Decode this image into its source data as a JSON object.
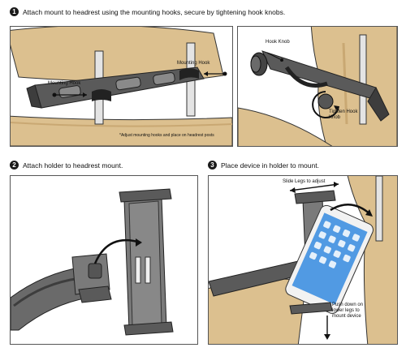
{
  "steps": [
    {
      "number": "1",
      "text": "Attach mount to headrest using the mounting hooks, secure by tightening hook knobs."
    },
    {
      "number": "2",
      "text": "Attach holder to headrest mount."
    },
    {
      "number": "3",
      "text": "Place device in holder to mount."
    }
  ],
  "panel1a": {
    "labels": {
      "mounting_hook_right": "Mounting Hook",
      "mounting_hook_left": "Mounting Hook",
      "note": "*Adjust mounting hooks and place on headrest posts"
    }
  },
  "panel1b": {
    "labels": {
      "hook_knob": "Hook Knob",
      "tighten_hook_knob": "Tighten Hook Knob"
    }
  },
  "panel3": {
    "labels": {
      "slide_legs": "Slide Legs to adjust",
      "push_down": "Push down on lower legs to mount device"
    }
  },
  "colors": {
    "seat": "#dcc08f",
    "seat_dark": "#c9a873",
    "mount": "#5a5a5a",
    "mount_light": "#8a8a8a",
    "post": "#e4e4e4",
    "holder": "#7a7a7a",
    "tablet_frame": "#f2f2f2"
  }
}
